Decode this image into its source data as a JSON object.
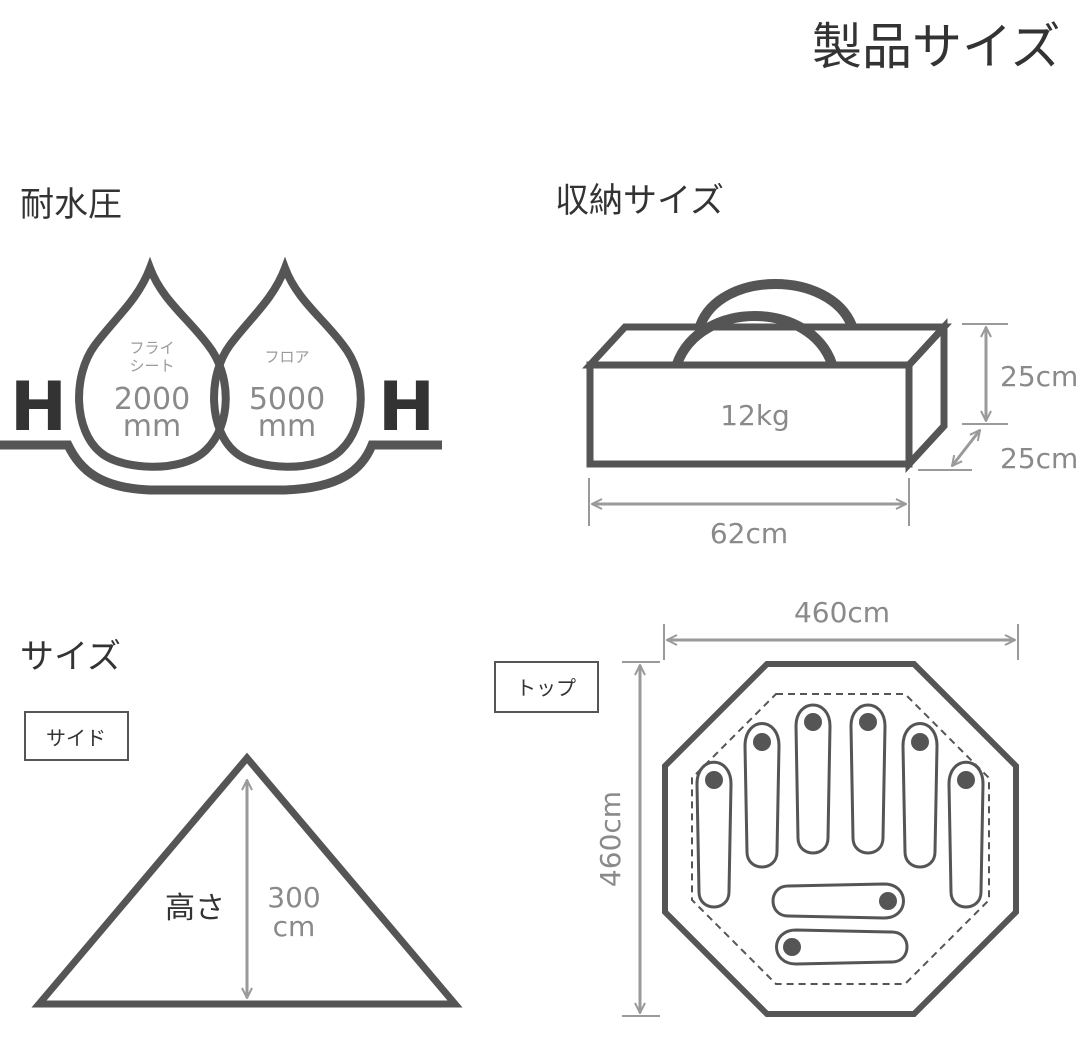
{
  "title": "製品サイズ",
  "water": {
    "heading": "耐水圧",
    "h_label": "H",
    "fly_label_1": "フライ",
    "fly_label_2": "シート",
    "fly_value": "2000",
    "fly_unit": "mm",
    "floor_label": "フロア",
    "floor_value": "5000",
    "floor_unit": "mm"
  },
  "storage": {
    "heading": "収納サイズ",
    "weight": "12kg",
    "height": "25cm",
    "depth": "25cm",
    "width": "62cm"
  },
  "size": {
    "heading": "サイズ",
    "side_tag": "サイド",
    "height_label": "高さ",
    "height_value": "300",
    "height_unit": "cm",
    "top_tag": "トップ",
    "top_width": "460cm",
    "top_depth": "460cm"
  },
  "colors": {
    "line": "#555555",
    "dimension": "#9a9a9a",
    "text": "#333333"
  }
}
